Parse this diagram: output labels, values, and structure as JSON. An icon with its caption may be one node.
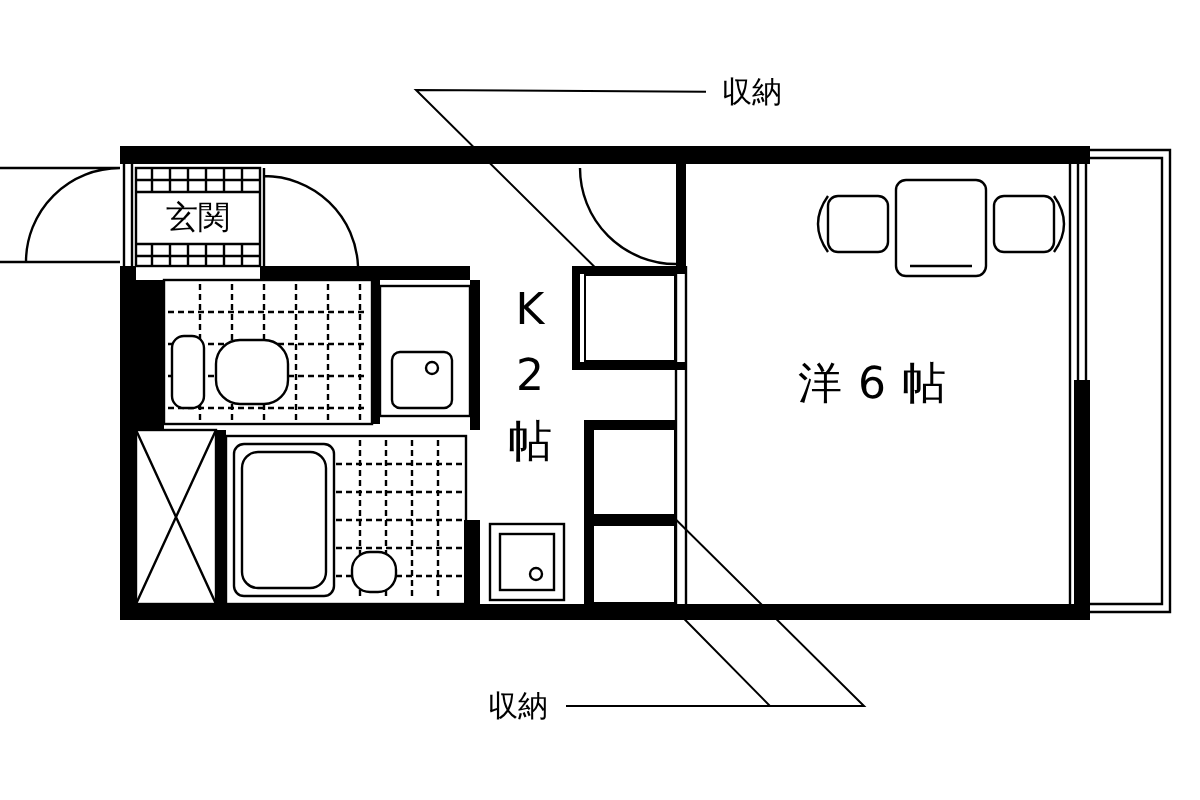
{
  "diagram": {
    "nodes": [
      {
        "text": [
          "収納"
        ]
      },
      {
        "text": [
          "玄関"
        ]
      },
      {
        "text": [],
        "shape": "box"
      },
      {
        "text": [
          "K2帖"
        ]
      },
      {
        "text": [
          "洋6帖"
        ]
      },
      {
        "text": [],
        "shape": "box"
      },
      {
        "text": [],
        "shape": "box"
      },
      {
        "text": [
          "収納"
        ]
      }
    ],
    "edges": [
      {
        "from": 0,
        "to": 2,
        "arrow": "none"
      },
      {
        "from": 7,
        "to": 5,
        "arrow": "none"
      },
      {
        "from": 7,
        "to": 6,
        "arrow": "none"
      }
    ]
  }
}
